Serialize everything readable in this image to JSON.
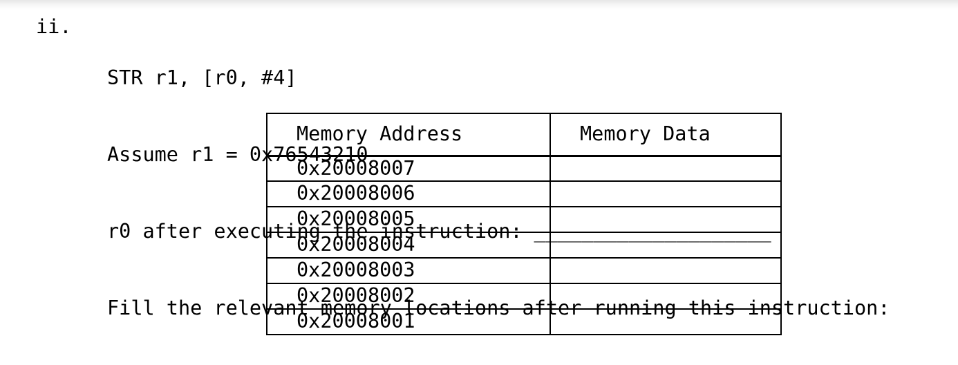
{
  "page": {
    "background": "#ffffff",
    "text_color": "#000000",
    "top_shadow_color": "#e7e7e7"
  },
  "question": {
    "marker": "ii.",
    "instruction": "STR r1, [r0, #4]",
    "assumption": "Assume r1 = 0x76543210",
    "r0_prompt": "r0 after executing the instruction:",
    "r0_blank": "____________________",
    "fill_prompt": "Fill the relevant memory locations after running this instruction:"
  },
  "memory_table": {
    "headers": {
      "address": "Memory Address",
      "data": "Memory Data"
    },
    "rows": [
      {
        "address": "0x20008007",
        "data": ""
      },
      {
        "address": "0x20008006",
        "data": ""
      },
      {
        "address": "0x20008005",
        "data": ""
      },
      {
        "address": "0x20008004",
        "data": ""
      },
      {
        "address": "0x20008003",
        "data": ""
      },
      {
        "address": "0x20008002",
        "data": ""
      },
      {
        "address": "0x20008001",
        "data": ""
      }
    ]
  }
}
